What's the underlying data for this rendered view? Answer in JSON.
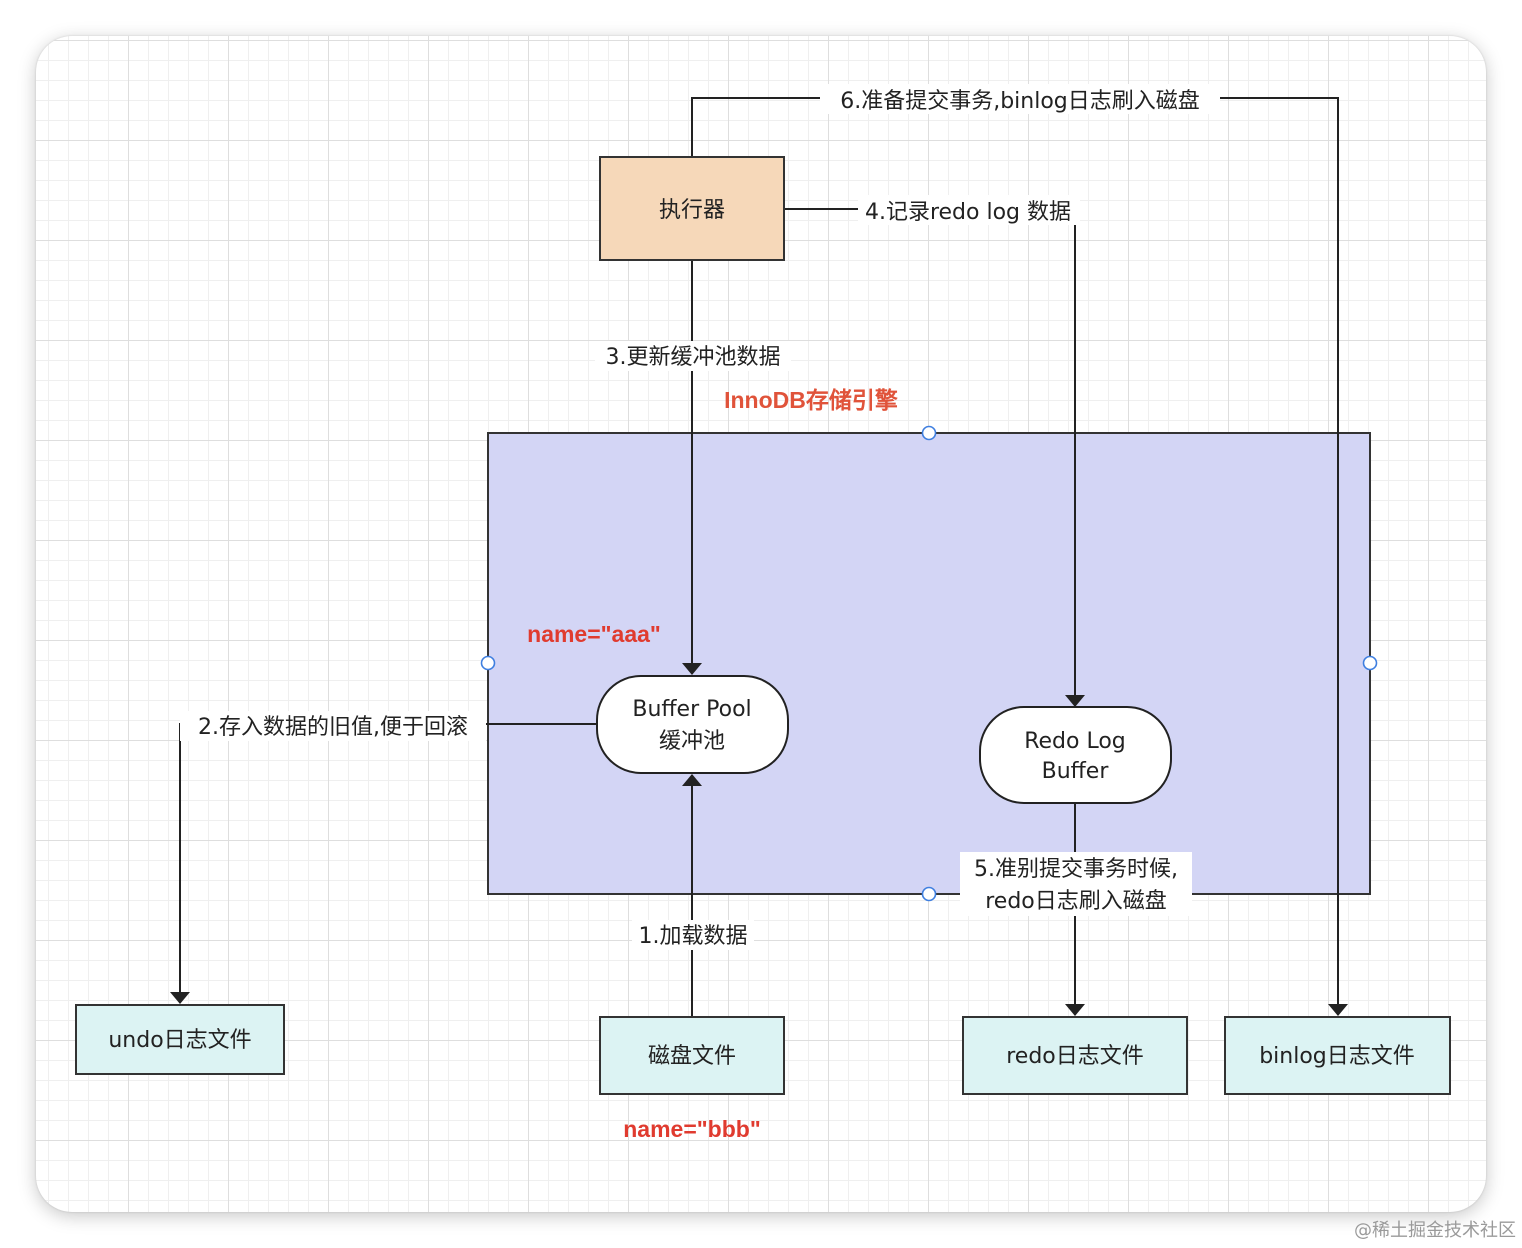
{
  "diagram": {
    "nodes": {
      "executor": "执行器",
      "buffer_pool": [
        "Buffer Pool",
        "缓冲池"
      ],
      "redo_log_buffer": [
        "Redo Log",
        "Buffer"
      ],
      "undo_file": "undo日志文件",
      "disk_file": "磁盘文件",
      "redo_file": "redo日志文件",
      "binlog_file": "binlog日志文件"
    },
    "engine_title": "InnoDB存储引擎",
    "edges": {
      "step1": "1.加载数据",
      "step2": "2.存入数据的旧值,便于回滚",
      "step3": "3.更新缓冲池数据",
      "step4": "4.记录redo log 数据",
      "step5": [
        "5.准别提交事务时候,",
        "redo日志刷入磁盘"
      ],
      "step6": "6.准备提交事务,binlog日志刷入磁盘"
    },
    "annotations": {
      "buffer_value": "name=\"aaa\"",
      "disk_value": "name=\"bbb\""
    },
    "colors": {
      "executor_fill": "#f6d8b9",
      "file_fill": "#dcf3f3",
      "engine_fill": "#d3d5f5",
      "accent_red": "#e03b2f",
      "title_red": "#e0533a",
      "handle_blue": "#3f7fe0"
    }
  },
  "watermark": "@稀土掘金技术社区"
}
